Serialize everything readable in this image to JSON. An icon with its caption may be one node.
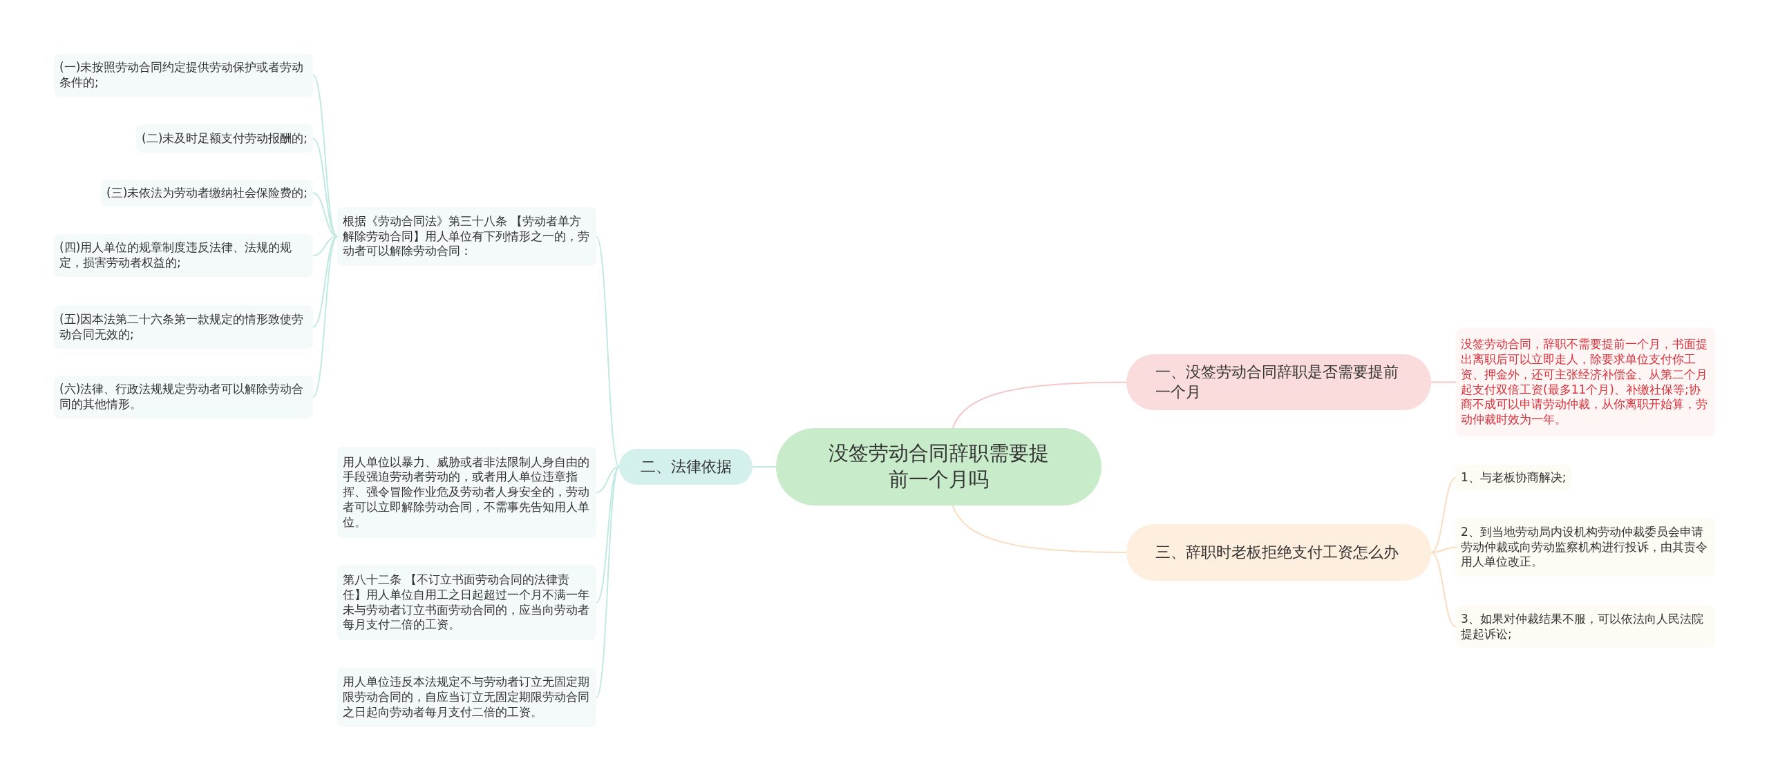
{
  "diagram": {
    "nodes": [
      {
        "text": [
          "没签劳动合同辞职需要提前一个月吗"
        ]
      },
      {
        "text": [
          "一、没签劳动合同辞职是否需要提前一个月"
        ]
      },
      {
        "text": [
          "没签劳动合同，辞职不需要提前一个月，书面提出离职后可以立即走人，除要求单位支付你工资、押金外，还可主张经济补偿金、从第二个月起支付双倍工资(最多11个月)、补缴社保等;协商不成可以申请劳动仲裁，从你离职开始算，劳动仲裁时效为一年。"
        ]
      },
      {
        "text": [
          "二、法律依据"
        ]
      },
      {
        "text": [
          "根据《劳动合同法》第三十八条 【劳动者单方解除劳动合同】用人单位有下列情形之一的，劳动者可以解除劳动合同："
        ]
      },
      {
        "text": [
          "(一)未按照劳动合同约定提供劳动保护或者劳动条件的;"
        ]
      },
      {
        "text": [
          "(二)未及时足额支付劳动报酬的;"
        ]
      },
      {
        "text": [
          "(三)未依法为劳动者缴纳社会保险费的;"
        ]
      },
      {
        "text": [
          "(四)用人单位的规章制度违反法律、法规的规定，损害劳动者权益的;"
        ]
      },
      {
        "text": [
          "(五)因本法第二十六条第一款规定的情形致使劳动合同无效的;"
        ]
      },
      {
        "text": [
          "(六)法律、行政法规规定劳动者可以解除劳动合同的其他情形。"
        ]
      },
      {
        "text": [
          "用人单位以暴力、威胁或者非法限制人身自由的手段强迫劳动者劳动的，或者用人单位违章指挥、强令冒险作业危及劳动者人身安全的，劳动者可以立即解除劳动合同，不需事先告知用人单位。"
        ]
      },
      {
        "text": [
          "第八十二条 【不订立书面劳动合同的法律责任】用人单位自用工之日起超过一个月不满一年未与劳动者订立书面劳动合同的，应当向劳动者每月支付二倍的工资。"
        ]
      },
      {
        "text": [
          "用人单位违反本法规定不与劳动者订立无固定期限劳动合同的，自应当订立无固定期限劳动合同之日起向劳动者每月支付二倍的工资。"
        ]
      },
      {
        "text": [
          "三、辞职时老板拒绝支付工资怎么办"
        ]
      },
      {
        "text": [
          "1、与老板协商解决;"
        ]
      },
      {
        "text": [
          "2、到当地劳动局内设机构劳动仲裁委员会申请劳动仲裁或向劳动监察机构进行投诉，由其责令用人单位改正。"
        ]
      },
      {
        "text": [
          "3、如果对仲裁结果不服，可以依法向人民法院提起诉讼;"
        ]
      }
    ],
    "edges": [
      {
        "from": 0,
        "to": 1,
        "arrow": "none",
        "color": "#f5c8c8"
      },
      {
        "from": 1,
        "to": 2,
        "arrow": "none",
        "color": "#f5c8c8"
      },
      {
        "from": 0,
        "to": 3,
        "arrow": "none"
      },
      {
        "from": 3,
        "to": 4,
        "arrow": "none"
      },
      {
        "from": 4,
        "to": 5,
        "arrow": "none"
      },
      {
        "from": 4,
        "to": 6,
        "arrow": "none"
      },
      {
        "from": 4,
        "to": 7,
        "arrow": "none"
      },
      {
        "from": 4,
        "to": 8,
        "arrow": "none"
      },
      {
        "from": 4,
        "to": 9,
        "arrow": "none"
      },
      {
        "from": 4,
        "to": 10,
        "arrow": "none"
      },
      {
        "from": 3,
        "to": 11,
        "arrow": "none"
      },
      {
        "from": 3,
        "to": 12,
        "arrow": "none"
      },
      {
        "from": 3,
        "to": 13,
        "arrow": "none"
      },
      {
        "from": 0,
        "to": 14,
        "arrow": "none",
        "color": "#fbdcc0"
      },
      {
        "from": 14,
        "to": 15,
        "arrow": "none",
        "color": "#fbdcc0"
      },
      {
        "from": 14,
        "to": 16,
        "arrow": "none",
        "color": "#fbdcc0"
      },
      {
        "from": 14,
        "to": 17,
        "arrow": "none",
        "color": "#fbdcc0"
      }
    ]
  }
}
